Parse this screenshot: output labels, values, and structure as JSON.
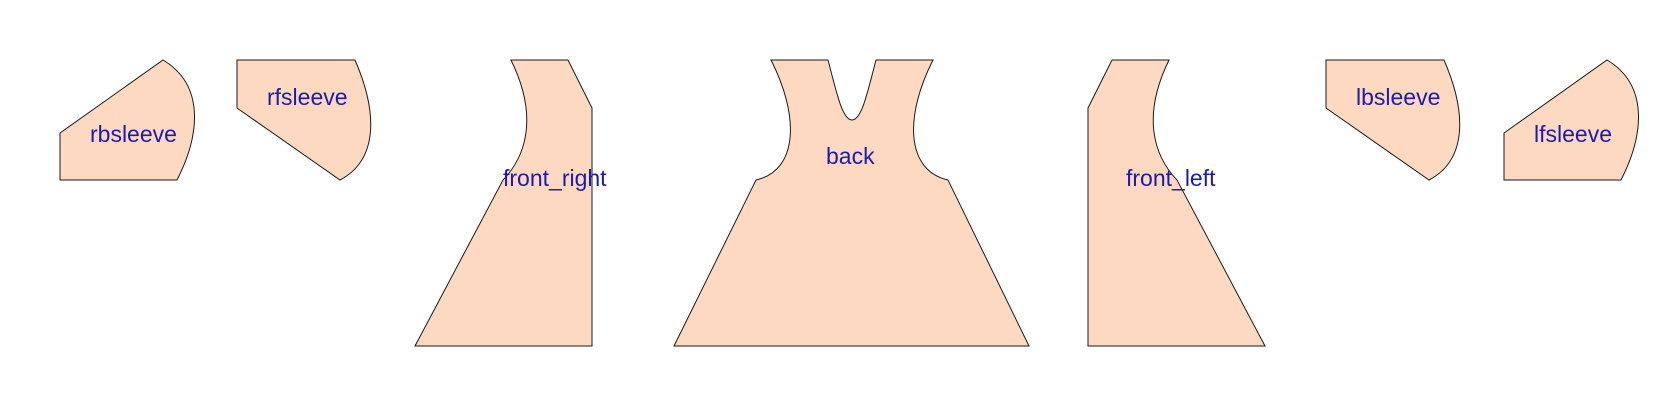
{
  "colors": {
    "fill": "#fdd9c2",
    "label": "#1c1ca8",
    "outline": "#1a1a1a"
  },
  "pieces": [
    {
      "id": "rbsleeve",
      "label": "rbsleeve"
    },
    {
      "id": "rfsleeve",
      "label": "rfsleeve"
    },
    {
      "id": "front_right",
      "label": "front_right"
    },
    {
      "id": "back",
      "label": "back"
    },
    {
      "id": "front_left",
      "label": "front_left"
    },
    {
      "id": "lbsleeve",
      "label": "lbsleeve"
    },
    {
      "id": "lfsleeve",
      "label": "lfsleeve"
    }
  ]
}
